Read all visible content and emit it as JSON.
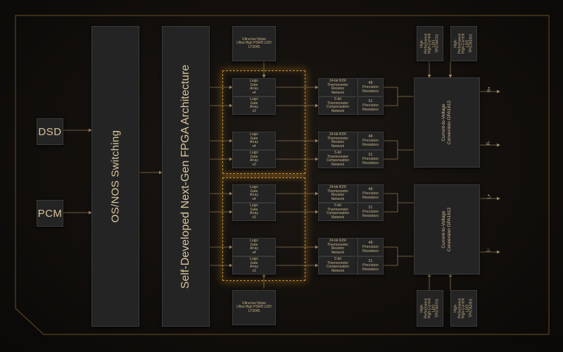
{
  "inputs": {
    "dsd": "DSD",
    "pcm": "PCM"
  },
  "switching": "OS/NOS Switching",
  "fpga": "Self-Developed Next-Gen FPGA Architecture",
  "ldo_left": "Ultra-low Noise\nUltra-High PSRR LDO\nLT3045",
  "ldo_right_a": "High-Performance\nHigh-Current LDO\nTPS7A4701",
  "ldo_right_b": "High-Performance\nHigh-Current LDO\nTPS7A3301",
  "logic_a": "Logic\nGate\nArray\nx4",
  "logic_b": "Logic\nGate\nArray\nx3",
  "r2r": "24-bit R2R\nThermometer\nResistor\nNetwork",
  "comp": "5-bit\nThermometer\nCompensation\nNetwork",
  "prec48": "48\nPrecision\nResistors",
  "prec31": "31\nPrecision\nResistors",
  "conversion": "Current-to-Voltage\nConversion OPA1612",
  "outputs": [
    "R+",
    "R-",
    "L+",
    "L-"
  ],
  "colors": {
    "accent": "#c8912f",
    "text": "#d8c49a",
    "block": "#242424"
  }
}
